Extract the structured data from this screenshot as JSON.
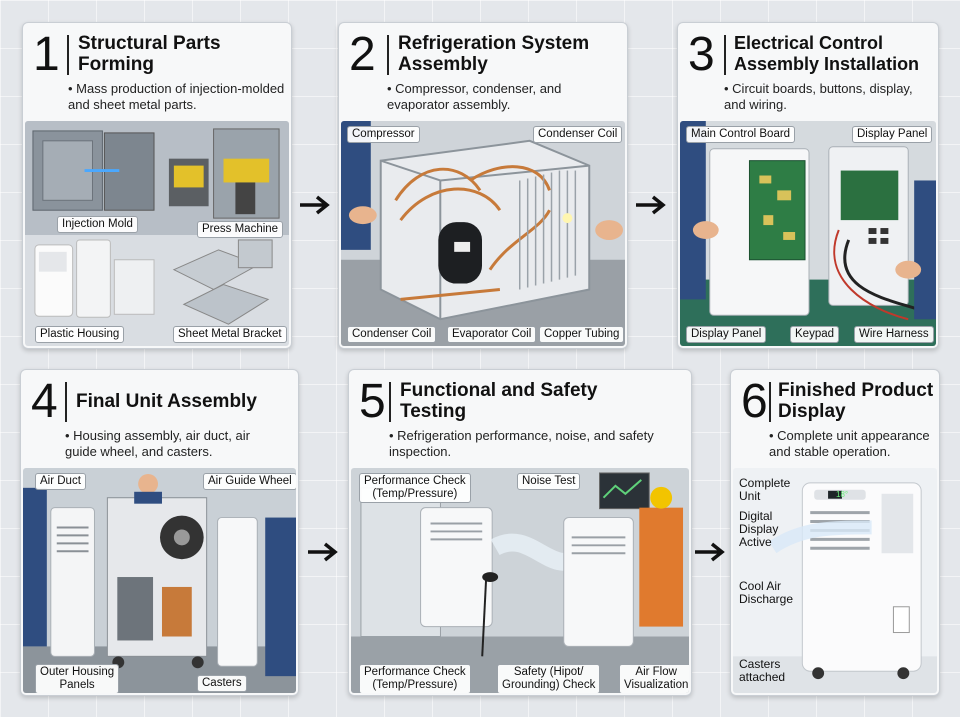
{
  "steps": [
    {
      "number": "1",
      "title": "Structural Parts Forming",
      "description": "Mass production of injection-molded and sheet metal parts.",
      "labels": [
        "Injection Mold",
        "Press Machine",
        "Plastic Housing",
        "Sheet Metal Bracket"
      ]
    },
    {
      "number": "2",
      "title": "Refrigeration System Assembly",
      "description": "Compressor, condenser, and evaporator assembly.",
      "labels": [
        "Compressor",
        "Condenser Coil",
        "Condenser Coil",
        "Evaporator Coil",
        "Copper Tubing"
      ]
    },
    {
      "number": "3",
      "title": "Electrical Control Assembly Installation",
      "description": "Circuit boards, buttons, display, and wiring.",
      "labels": [
        "Main Control Board",
        "Display Panel",
        "Display Panel",
        "Keypad",
        "Wire Harness"
      ]
    },
    {
      "number": "4",
      "title": "Final Unit Assembly",
      "description": "Housing assembly, air duct, air guide wheel, and casters.",
      "labels": [
        "Air Duct",
        "Air Guide Wheel",
        "Outer Housing\nPanels",
        "Casters"
      ]
    },
    {
      "number": "5",
      "title": "Functional and Safety Testing",
      "description": "Refrigeration performance, noise, and safety inspection.",
      "labels": [
        "Performance Check\n(Temp/Pressure)",
        "Noise Test",
        "Performance Check\n(Temp/Pressure)",
        "Safety (Hipot/\nGrounding) Check",
        "Air Flow\nVisualization"
      ]
    },
    {
      "number": "6",
      "title": "Finished Product Display",
      "description": "Complete unit appearance and stable operation.",
      "labels": [
        "Complete\nUnit",
        "Digital\nDisplay\nActive",
        "Cool Air\nDischarge",
        "Casters\nattached"
      ]
    }
  ],
  "unit_display": "18°"
}
